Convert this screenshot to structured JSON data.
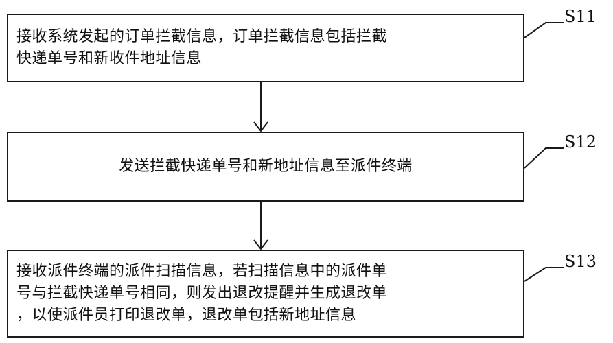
{
  "steps": [
    {
      "label": "S11",
      "text_lines": [
        "接收系统发起的订单拦截信息，订单拦截信息包括拦截",
        "快递单号和新收件地址信息"
      ]
    },
    {
      "label": "S12",
      "text_lines": [
        "发送拦截快递单号和新地址信息至派件终端"
      ]
    },
    {
      "label": "S13",
      "text_lines": [
        "接收派件终端的派件扫描信息，若扫描信息中的派件单",
        "号与拦截快递单号相同，则发出退改提醒并生成退改单",
        "，以使派件员打印退改单，退改单包括新地址信息"
      ]
    }
  ]
}
